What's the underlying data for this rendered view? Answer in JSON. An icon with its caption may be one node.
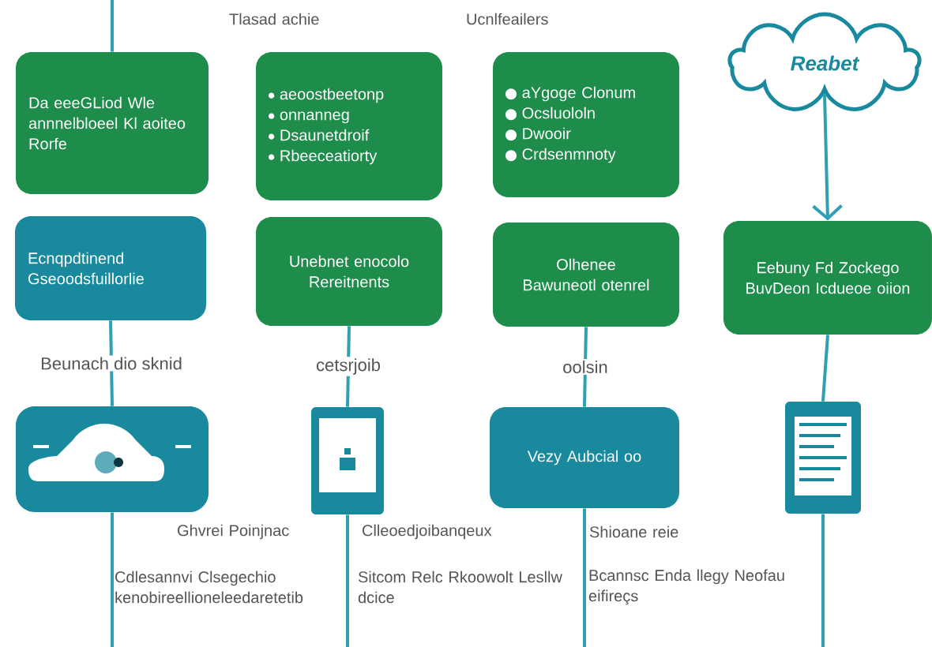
{
  "diagram": {
    "nodes": [
      {
        "text": [
          "Da eeeGLiod Wle annnelbloeel Kl aoiteo Rorfe"
        ]
      },
      {
        "text": [
          "aeoostbeetonp",
          "onnanneg",
          "Dsaunetdroif",
          "Rbeeceatiorty"
        ]
      },
      {
        "text": [
          "aYgoge Clonum",
          "Ocsluololn",
          "Dwooir",
          "Crdsenmnoty"
        ]
      },
      {
        "text": [
          "Reabet"
        ]
      },
      {
        "text": [
          "Ecnqpdtinend Gseoodsfuillorlie"
        ]
      },
      {
        "text": [
          "Unebnet enocolo Rereitnents"
        ]
      },
      {
        "text": [
          "Olhenee Bawuneotl otenrel"
        ]
      },
      {
        "text": [
          "Eebuny Fd Zockego BuvDeon Icdueoe oiion"
        ]
      },
      {
        "text": [],
        "shape": "box"
      },
      {
        "text": [],
        "shape": "picture"
      },
      {
        "text": [
          "Vezy Aubcial oo"
        ]
      },
      {
        "text": [],
        "shape": "picture"
      }
    ],
    "edges": [
      {
        "from": null,
        "to": 0,
        "arrow": "none"
      },
      {
        "from": 3,
        "to": 7,
        "arrow": "to"
      },
      {
        "from": 4,
        "to": 8,
        "arrow": "none",
        "label": "Beunach dio sknid"
      },
      {
        "from": 5,
        "to": 9,
        "arrow": "none",
        "label": "cetsrjoib"
      },
      {
        "from": 6,
        "to": 10,
        "arrow": "none",
        "label": "oolsin"
      },
      {
        "from": 7,
        "to": 11,
        "arrow": "none"
      },
      {
        "from": 8,
        "to": null,
        "arrow": "none"
      },
      {
        "from": 9,
        "to": null,
        "arrow": "none"
      },
      {
        "from": 10,
        "to": null,
        "arrow": "none"
      },
      {
        "from": 11,
        "to": null,
        "arrow": "none"
      }
    ],
    "labels": [
      "Tlasad achie",
      "Ucnlfeailers",
      "Ghvrei Poinjnac",
      "Clleoedjoibanqeux",
      "Shioane reie",
      "Cdlesannvi Clsegechio kenobireellioneleedaretetib",
      "Sitcom Relc Rkoowolt Lesllw dcice",
      "Bcannsc Enda llegy Neofau eifireçs"
    ]
  }
}
